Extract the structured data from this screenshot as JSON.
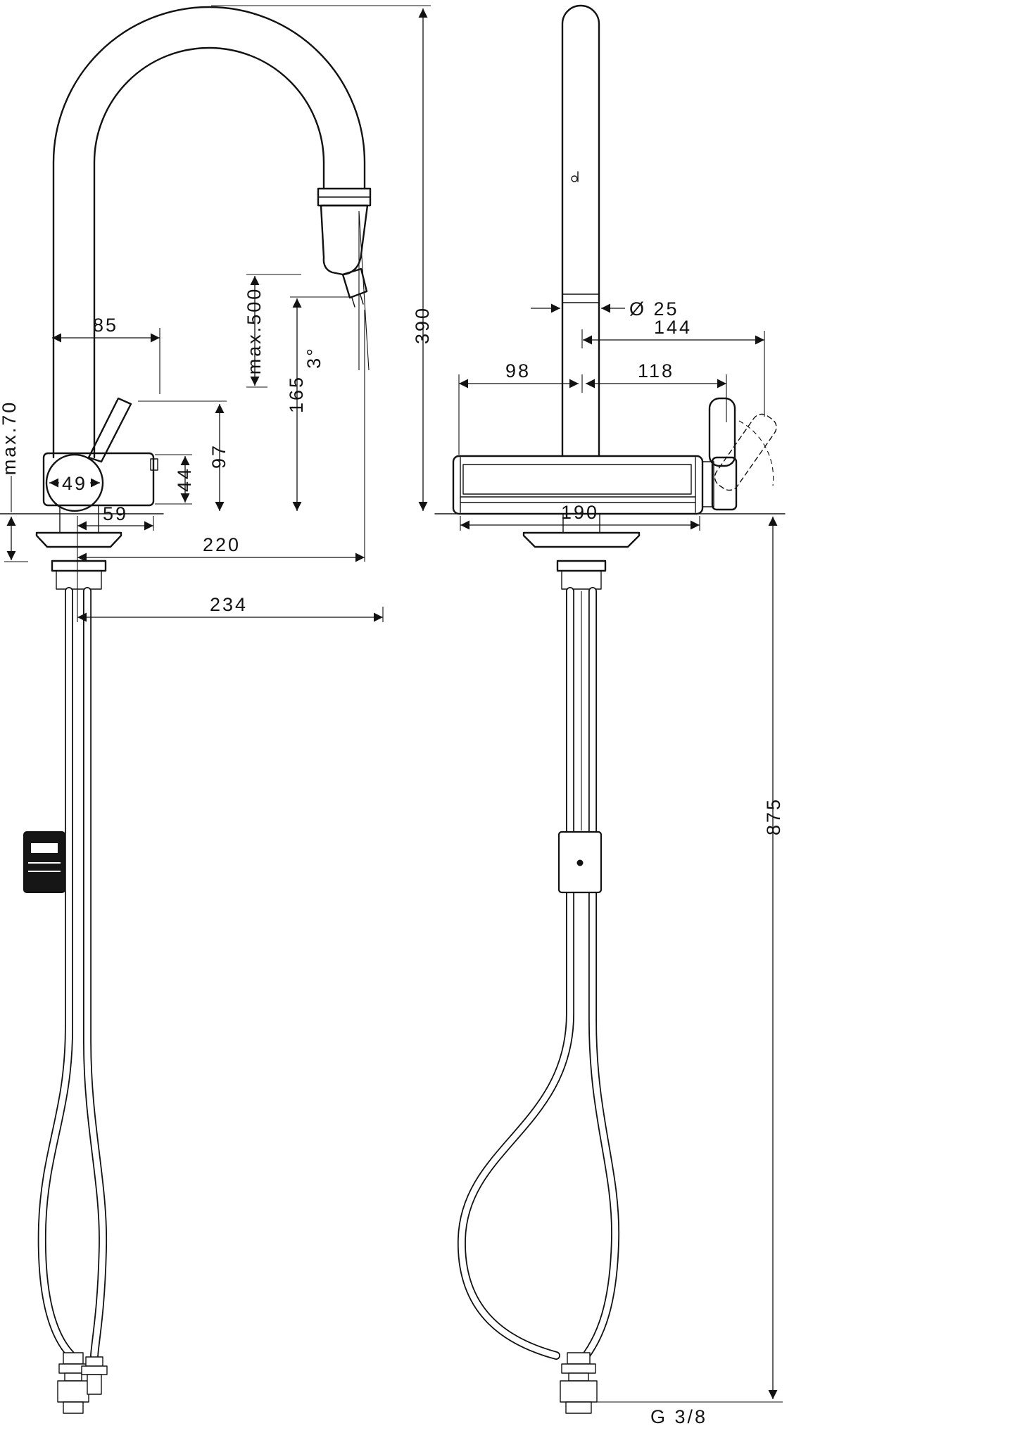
{
  "left_view": {
    "dims": {
      "spout_offset": "85",
      "hose_extension": "max.500",
      "total_height": "390",
      "spout_clearance": "165",
      "handle_height": "97",
      "body_height": "44",
      "body_diameter": "49",
      "mount_thickness": "max.70",
      "offset_59": "59",
      "reach_220": "220",
      "reach_234": "234",
      "spray_angle": "3°"
    }
  },
  "right_view": {
    "dims": {
      "pipe_diameter": "Ø 25",
      "width_144": "144",
      "width_98": "98",
      "width_118": "118",
      "body_width": "190",
      "hose_length": "875",
      "thread_size": "G 3/8"
    }
  }
}
